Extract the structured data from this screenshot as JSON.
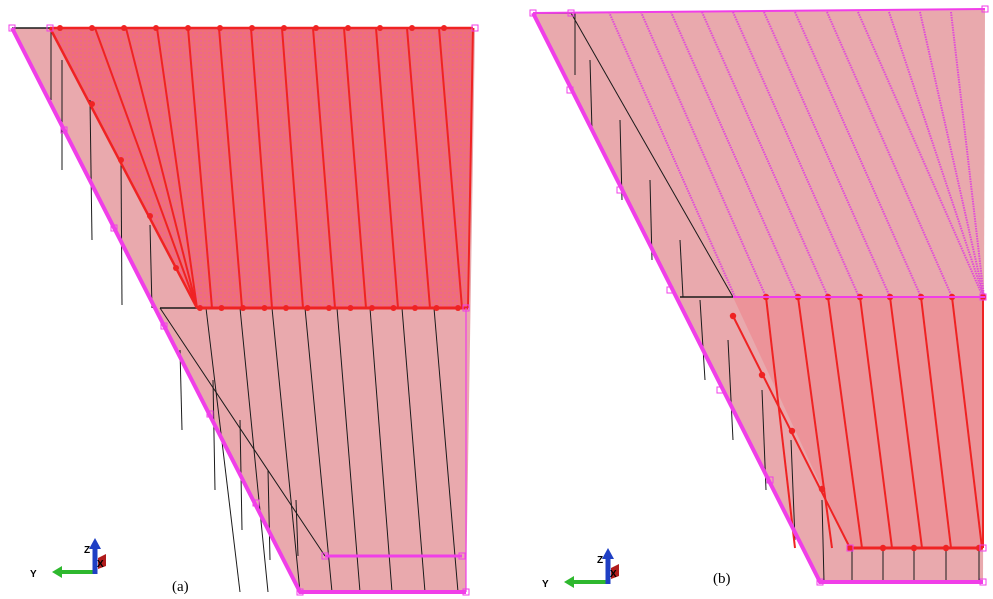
{
  "panels": [
    {
      "id": "a",
      "caption": "(a)"
    },
    {
      "id": "b",
      "caption": "(b)"
    }
  ],
  "triad": {
    "z_label": "Z",
    "x_label": "X",
    "y_label": "Y",
    "colors": {
      "y_arrow": "#2eb82e",
      "z_arrow": "#1f3fc4",
      "x_arrow": "#b01c1c"
    }
  },
  "colors": {
    "face_fill": "#e9a9ad",
    "selected_fill": "#ef6f78",
    "boundary": "#f03ee8",
    "mesh_line": "#1a1a1a",
    "selected_line": "#ef2323",
    "background": "#ffffff"
  }
}
